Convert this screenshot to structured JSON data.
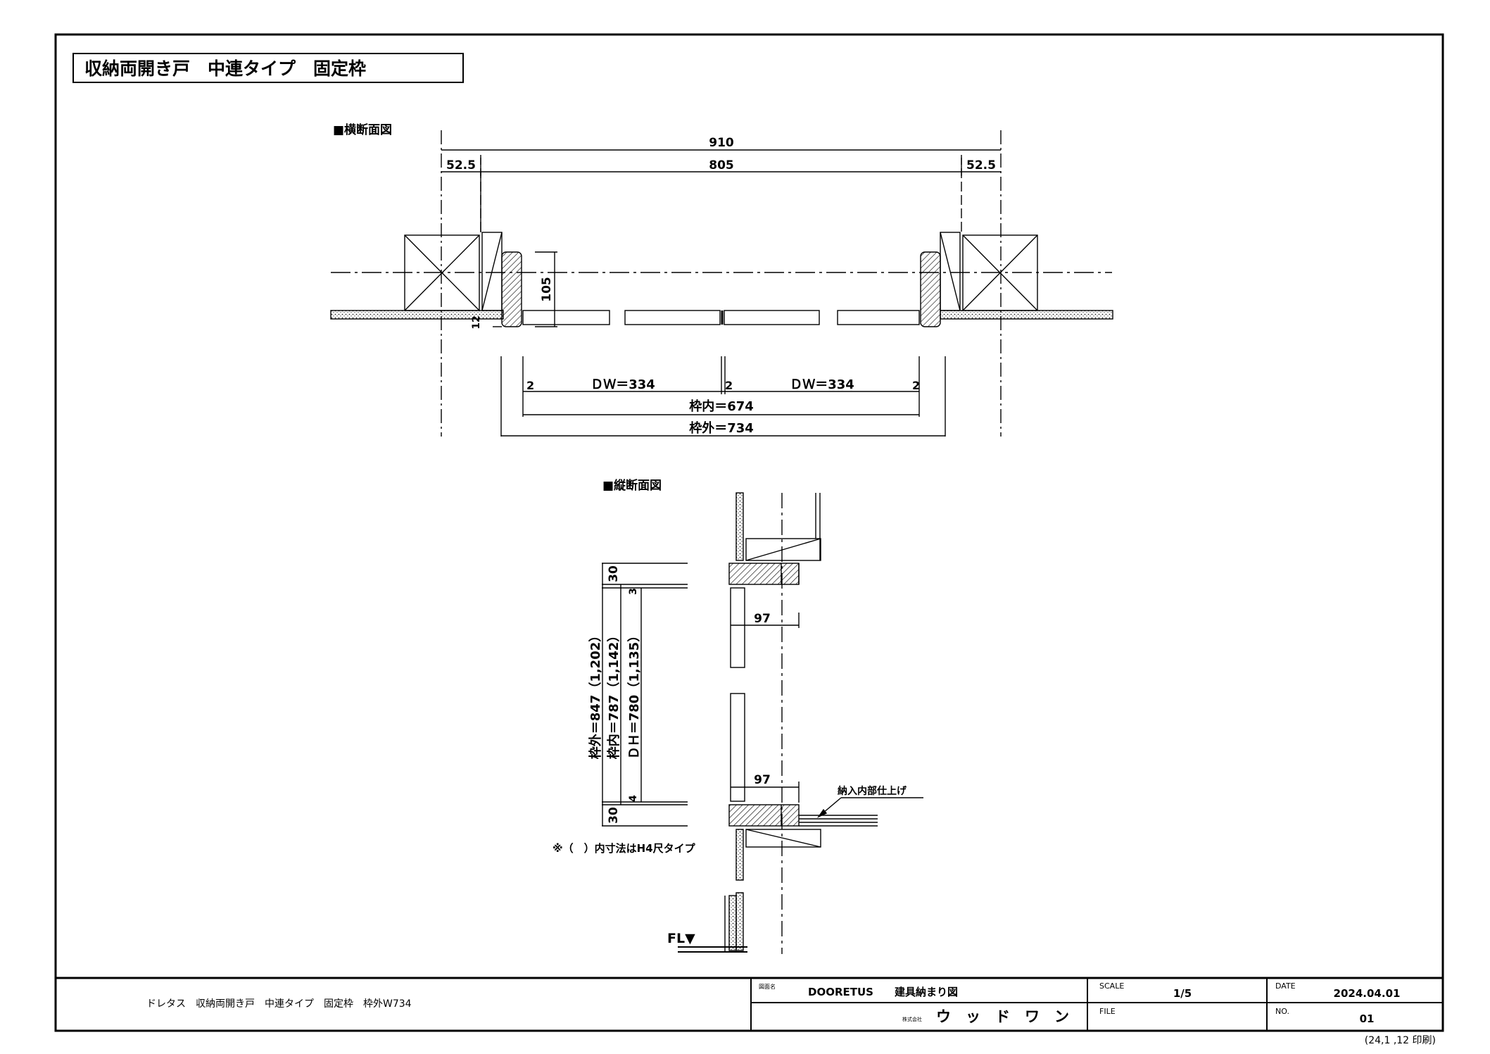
{
  "title": "収納両開き戸　中連タイプ　固定枠",
  "sections": {
    "horizontal": "■横断面図",
    "vertical": "■縦断面図"
  },
  "horizontal_dims": {
    "total": "910",
    "inner": "805",
    "side_left": "52.5",
    "side_right": "52.5",
    "depth": "105",
    "small": "12",
    "gap_left": "2",
    "gap_mid": "2",
    "gap_right": "2",
    "dw_left": "ＤＷ＝334",
    "dw_right": "ＤＷ＝334",
    "frame_inner": "枠内＝674",
    "frame_outer": "枠外＝734"
  },
  "vertical_dims": {
    "top": "30",
    "bottom": "30",
    "gap_top": "3",
    "gap_bottom": "4",
    "frame_outer": "枠外＝847（1,202）",
    "frame_inner": "枠内＝787（1,142）",
    "dh": "ＤＨ＝780（1,135）",
    "depth_top": "97",
    "depth_bottom": "97",
    "note": "※（　）内寸法はH4尺タイプ",
    "finish_label": "納入内部仕上げ",
    "floor_label": "FL▼"
  },
  "title_block": {
    "product": "ドレタス　収納両開き戸　中連タイプ　固定枠　枠外W734",
    "drawing_name_label": "図面名",
    "drawing_name": "DOORETUS　　建具納まり図",
    "company_prefix": "株式会社",
    "company": "ウ　ッ　ド　ワ　ン",
    "scale_label": "SCALE",
    "scale": "1/5",
    "file_label": "FILE",
    "file": "",
    "date_label": "DATE",
    "date": "2024.04.01",
    "no_label": "NO.",
    "no": "01",
    "print_note": "(24,1 ,12 印刷)"
  }
}
